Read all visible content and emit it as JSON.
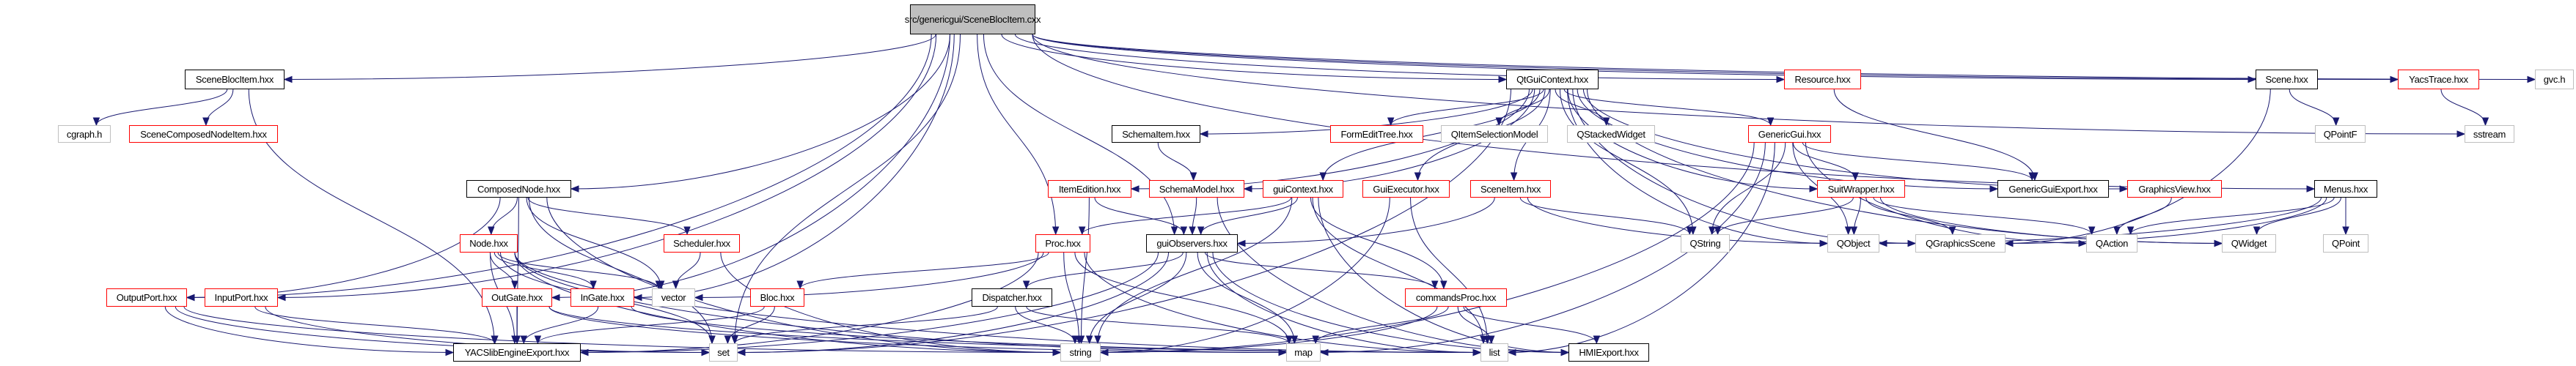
{
  "graph": {
    "title": "src/genericgui/SceneBlocItem.cxx",
    "edge_color": "#191970",
    "legend": {
      "root_fill": "#bfbfbf",
      "documented_border": "#000000",
      "undocumented_border": "#ff0000",
      "external_border": "#bfbfbf"
    },
    "nodes": [
      {
        "id": "root",
        "label": "src/genericgui/SceneBlocItem.cxx",
        "kind": "root"
      },
      {
        "id": "sceneblocitem",
        "label": "SceneBlocItem.hxx",
        "kind": "std"
      },
      {
        "id": "cgraph",
        "label": "cgraph.h",
        "kind": "ext"
      },
      {
        "id": "scenecomposednodeitem",
        "label": "SceneComposedNodeItem.hxx",
        "kind": "red"
      },
      {
        "id": "composednode",
        "label": "ComposedNode.hxx",
        "kind": "std"
      },
      {
        "id": "node",
        "label": "Node.hxx",
        "kind": "red"
      },
      {
        "id": "scheduler",
        "label": "Scheduler.hxx",
        "kind": "red"
      },
      {
        "id": "outputport",
        "label": "OutputPort.hxx",
        "kind": "red"
      },
      {
        "id": "inputport",
        "label": "InputPort.hxx",
        "kind": "red"
      },
      {
        "id": "outgate",
        "label": "OutGate.hxx",
        "kind": "red"
      },
      {
        "id": "ingate",
        "label": "InGate.hxx",
        "kind": "red"
      },
      {
        "id": "vector",
        "label": "vector",
        "kind": "ext"
      },
      {
        "id": "bloc",
        "label": "Bloc.hxx",
        "kind": "red"
      },
      {
        "id": "dispatcher",
        "label": "Dispatcher.hxx",
        "kind": "std"
      },
      {
        "id": "yacsexport",
        "label": "YACSlibEngineExport.hxx",
        "kind": "std"
      },
      {
        "id": "set",
        "label": "set",
        "kind": "ext"
      },
      {
        "id": "qtguicontext",
        "label": "QtGuiContext.hxx",
        "kind": "std"
      },
      {
        "id": "resource",
        "label": "Resource.hxx",
        "kind": "red"
      },
      {
        "id": "schemaitem",
        "label": "SchemaItem.hxx",
        "kind": "std"
      },
      {
        "id": "formedittree",
        "label": "FormEditTree.hxx",
        "kind": "red"
      },
      {
        "id": "qitemselectionmodel",
        "label": "QItemSelectionModel",
        "kind": "ext"
      },
      {
        "id": "qstackedwidget",
        "label": "QStackedWidget",
        "kind": "ext"
      },
      {
        "id": "genericgui",
        "label": "GenericGui.hxx",
        "kind": "red"
      },
      {
        "id": "itemedition",
        "label": "ItemEdition.hxx",
        "kind": "red"
      },
      {
        "id": "schemamodel",
        "label": "SchemaModel.hxx",
        "kind": "red"
      },
      {
        "id": "guicontext",
        "label": "guiContext.hxx",
        "kind": "red"
      },
      {
        "id": "guiexecutor",
        "label": "GuiExecutor.hxx",
        "kind": "red"
      },
      {
        "id": "sceneitem",
        "label": "SceneItem.hxx",
        "kind": "red"
      },
      {
        "id": "proc",
        "label": "Proc.hxx",
        "kind": "red"
      },
      {
        "id": "guiobservers",
        "label": "guiObservers.hxx",
        "kind": "std"
      },
      {
        "id": "qstring",
        "label": "QString",
        "kind": "ext"
      },
      {
        "id": "commandsproc",
        "label": "commandsProc.hxx",
        "kind": "red"
      },
      {
        "id": "string",
        "label": "string",
        "kind": "ext"
      },
      {
        "id": "map",
        "label": "map",
        "kind": "ext"
      },
      {
        "id": "list",
        "label": "list",
        "kind": "ext"
      },
      {
        "id": "hmiexport",
        "label": "HMIExport.hxx",
        "kind": "std"
      },
      {
        "id": "scene",
        "label": "Scene.hxx",
        "kind": "std"
      },
      {
        "id": "yacstrace",
        "label": "YacsTrace.hxx",
        "kind": "red"
      },
      {
        "id": "gvc",
        "label": "gvc.h",
        "kind": "ext"
      },
      {
        "id": "qpointf",
        "label": "QPointF",
        "kind": "ext"
      },
      {
        "id": "sstream",
        "label": "sstream",
        "kind": "ext"
      },
      {
        "id": "suitwrapper",
        "label": "SuitWrapper.hxx",
        "kind": "red"
      },
      {
        "id": "genericguiexport",
        "label": "GenericGuiExport.hxx",
        "kind": "std"
      },
      {
        "id": "graphicsview",
        "label": "GraphicsView.hxx",
        "kind": "red"
      },
      {
        "id": "menus",
        "label": "Menus.hxx",
        "kind": "std"
      },
      {
        "id": "qobject",
        "label": "QObject",
        "kind": "ext"
      },
      {
        "id": "qgraphicsscene",
        "label": "QGraphicsScene",
        "kind": "ext"
      },
      {
        "id": "qaction",
        "label": "QAction",
        "kind": "ext"
      },
      {
        "id": "qwidget",
        "label": "QWidget",
        "kind": "ext"
      },
      {
        "id": "qpoint",
        "label": "QPoint",
        "kind": "ext"
      }
    ],
    "edges": [
      [
        "root",
        "sceneblocitem"
      ],
      [
        "root",
        "qtguicontext"
      ],
      [
        "root",
        "resource"
      ],
      [
        "root",
        "scene"
      ],
      [
        "root",
        "yacstrace"
      ],
      [
        "root",
        "gvc"
      ],
      [
        "root",
        "sstream"
      ],
      [
        "root",
        "menus"
      ],
      [
        "root",
        "composednode"
      ],
      [
        "root",
        "outputport"
      ],
      [
        "root",
        "inputport"
      ],
      [
        "root",
        "outgate"
      ],
      [
        "root",
        "ingate"
      ],
      [
        "root",
        "proc"
      ],
      [
        "root",
        "guiobservers"
      ],
      [
        "root",
        "set"
      ],
      [
        "sceneblocitem",
        "cgraph"
      ],
      [
        "sceneblocitem",
        "scenecomposednodeitem"
      ],
      [
        "sceneblocitem",
        "yacsexport"
      ],
      [
        "composednode",
        "node"
      ],
      [
        "composednode",
        "scheduler"
      ],
      [
        "composednode",
        "vector"
      ],
      [
        "composednode",
        "yacsexport"
      ],
      [
        "composednode",
        "set"
      ],
      [
        "composednode",
        "string"
      ],
      [
        "composednode",
        "outputport"
      ],
      [
        "node",
        "outgate"
      ],
      [
        "node",
        "ingate"
      ],
      [
        "node",
        "vector"
      ],
      [
        "node",
        "yacsexport"
      ],
      [
        "node",
        "set"
      ],
      [
        "node",
        "string"
      ],
      [
        "node",
        "map"
      ],
      [
        "node",
        "list"
      ],
      [
        "scheduler",
        "vector"
      ],
      [
        "scheduler",
        "string"
      ],
      [
        "outputport",
        "yacsexport"
      ],
      [
        "outputport",
        "set"
      ],
      [
        "outputport",
        "string"
      ],
      [
        "inputport",
        "yacsexport"
      ],
      [
        "inputport",
        "set"
      ],
      [
        "outgate",
        "yacsexport"
      ],
      [
        "outgate",
        "map"
      ],
      [
        "outgate",
        "list"
      ],
      [
        "ingate",
        "yacsexport"
      ],
      [
        "ingate",
        "list"
      ],
      [
        "bloc",
        "yacsexport"
      ],
      [
        "bloc",
        "set"
      ],
      [
        "dispatcher",
        "set"
      ],
      [
        "dispatcher",
        "string"
      ],
      [
        "dispatcher",
        "map"
      ],
      [
        "proc",
        "bloc"
      ],
      [
        "proc",
        "vector"
      ],
      [
        "proc",
        "yacsexport"
      ],
      [
        "proc",
        "string"
      ],
      [
        "proc",
        "map"
      ],
      [
        "proc",
        "list"
      ],
      [
        "qtguicontext",
        "schemaitem"
      ],
      [
        "qtguicontext",
        "formedittree"
      ],
      [
        "qtguicontext",
        "qitemselectionmodel"
      ],
      [
        "qtguicontext",
        "qstackedwidget"
      ],
      [
        "qtguicontext",
        "genericgui"
      ],
      [
        "qtguicontext",
        "itemedition"
      ],
      [
        "qtguicontext",
        "schemamodel"
      ],
      [
        "qtguicontext",
        "guicontext"
      ],
      [
        "qtguicontext",
        "guiexecutor"
      ],
      [
        "qtguicontext",
        "sceneitem"
      ],
      [
        "qtguicontext",
        "qstring"
      ],
      [
        "qtguicontext",
        "set"
      ],
      [
        "qtguicontext",
        "genericguiexport"
      ],
      [
        "qtguicontext",
        "graphicsview"
      ],
      [
        "qtguicontext",
        "suitwrapper"
      ],
      [
        "qtguicontext",
        "qobject"
      ],
      [
        "qtguicontext",
        "qgraphicsscene"
      ],
      [
        "qtguicontext",
        "qwidget"
      ],
      [
        "resource",
        "genericguiexport"
      ],
      [
        "schemaitem",
        "schemamodel"
      ],
      [
        "itemedition",
        "guiobservers"
      ],
      [
        "itemedition",
        "string"
      ],
      [
        "schemamodel",
        "guiobservers"
      ],
      [
        "schemamodel",
        "hmiexport"
      ],
      [
        "guicontext",
        "guiobservers"
      ],
      [
        "guicontext",
        "proc"
      ],
      [
        "guicontext",
        "string"
      ],
      [
        "guicontext",
        "commandsproc"
      ],
      [
        "guicontext",
        "list"
      ],
      [
        "guicontext",
        "hmiexport"
      ],
      [
        "guiexecutor",
        "string"
      ],
      [
        "guiexecutor",
        "list"
      ],
      [
        "sceneitem",
        "guiobservers"
      ],
      [
        "sceneitem",
        "qobject"
      ],
      [
        "sceneitem",
        "qstring"
      ],
      [
        "guiobservers",
        "dispatcher"
      ],
      [
        "guiobservers",
        "set"
      ],
      [
        "guiobservers",
        "string"
      ],
      [
        "guiobservers",
        "map"
      ],
      [
        "guiobservers",
        "commandsproc"
      ],
      [
        "guiobservers",
        "list"
      ],
      [
        "guiobservers",
        "hmiexport"
      ],
      [
        "guiobservers",
        "yacsexport"
      ],
      [
        "commandsproc",
        "string"
      ],
      [
        "commandsproc",
        "map"
      ],
      [
        "commandsproc",
        "list"
      ],
      [
        "commandsproc",
        "hmiexport"
      ],
      [
        "genericgui",
        "suitwrapper"
      ],
      [
        "genericgui",
        "genericguiexport"
      ],
      [
        "genericgui",
        "qstring"
      ],
      [
        "genericgui",
        "qobject"
      ],
      [
        "genericgui",
        "qaction"
      ],
      [
        "genericgui",
        "map"
      ],
      [
        "genericgui",
        "list"
      ],
      [
        "genericgui",
        "string"
      ],
      [
        "suitwrapper",
        "qobject"
      ],
      [
        "suitwrapper",
        "qgraphicsscene"
      ],
      [
        "suitwrapper",
        "qaction"
      ],
      [
        "suitwrapper",
        "qwidget"
      ],
      [
        "suitwrapper",
        "qstring"
      ],
      [
        "graphicsview",
        "qaction"
      ],
      [
        "scene",
        "qpointf"
      ],
      [
        "scene",
        "qgraphicsscene"
      ],
      [
        "yacstrace",
        "sstream"
      ],
      [
        "menus",
        "qobject"
      ],
      [
        "menus",
        "qaction"
      ],
      [
        "menus",
        "qwidget"
      ],
      [
        "menus",
        "qpoint"
      ],
      [
        "menus",
        "qgraphicsscene"
      ]
    ]
  }
}
